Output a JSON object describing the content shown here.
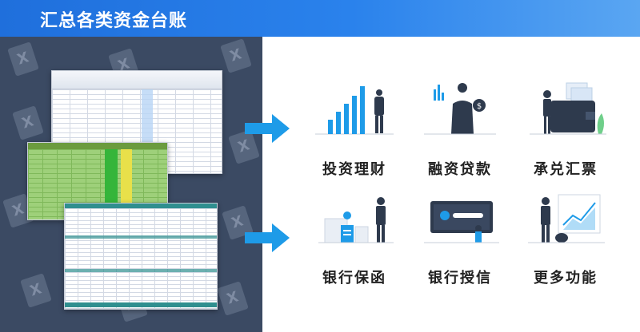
{
  "header": {
    "title": "汇总各类资金台账"
  },
  "features": [
    {
      "label": "投资理财",
      "icon": "investment-chart-icon"
    },
    {
      "label": "融资贷款",
      "icon": "financing-loan-icon"
    },
    {
      "label": "承兑汇票",
      "icon": "acceptance-bill-icon"
    },
    {
      "label": "银行保函",
      "icon": "bank-guarantee-icon"
    },
    {
      "label": "银行授信",
      "icon": "bank-credit-icon"
    },
    {
      "label": "更多功能",
      "icon": "more-functions-icon"
    }
  ],
  "colors": {
    "header_blue": "#1f6fdc",
    "accent_blue": "#1e9be8",
    "panel_dark": "#3b4a63",
    "figure_dark": "#2e3a4d"
  }
}
